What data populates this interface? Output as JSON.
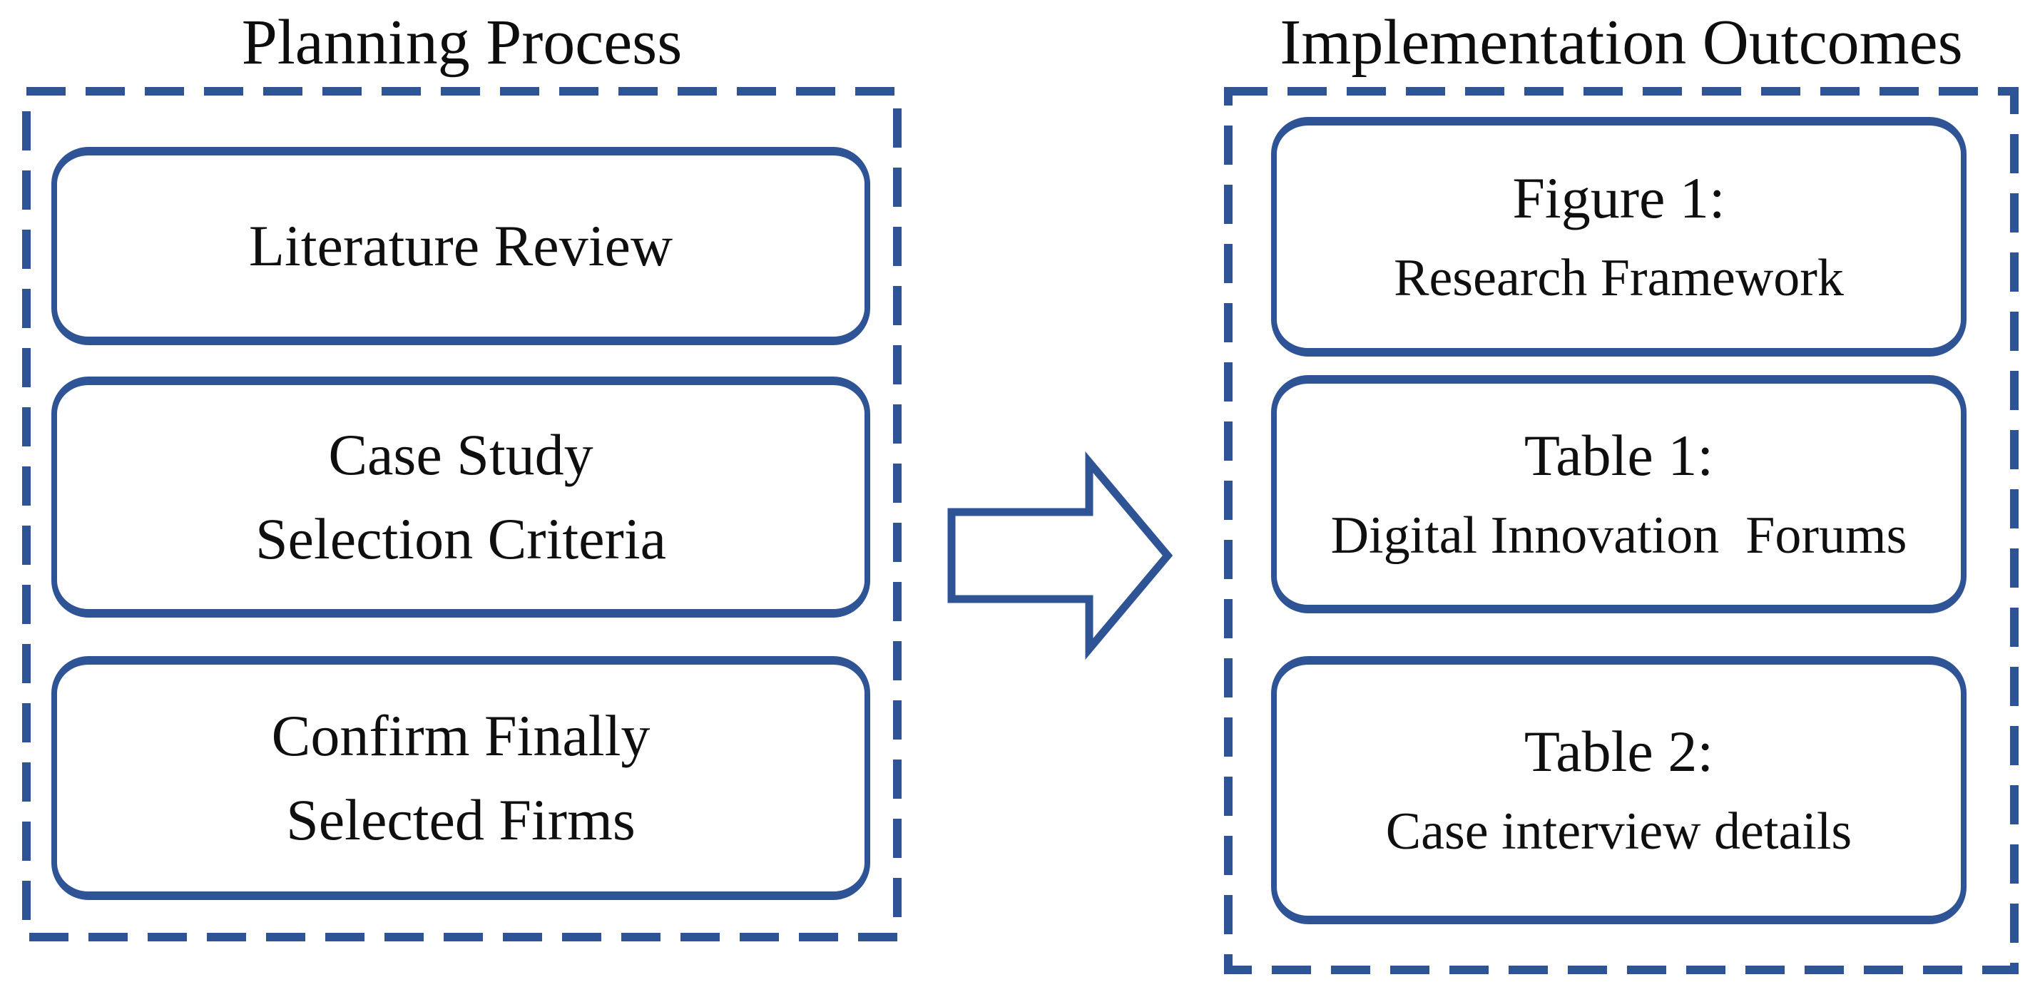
{
  "diagram": {
    "left_panel": {
      "title": "Planning Process",
      "boxes": [
        {
          "lines": [
            "Literature Review"
          ]
        },
        {
          "lines": [
            "Case Study",
            "Selection Criteria"
          ]
        },
        {
          "lines": [
            "Confirm Finally",
            "Selected Firms"
          ]
        }
      ]
    },
    "right_panel": {
      "title": "Implementation Outcomes",
      "boxes": [
        {
          "lines": [
            "Figure 1:",
            "Research Framework"
          ]
        },
        {
          "lines": [
            "Table 1:",
            "Digital Innovation  Forums"
          ]
        },
        {
          "lines": [
            "Table 2:",
            "Case interview details"
          ]
        }
      ]
    },
    "arrow": {
      "direction": "right"
    },
    "colors": {
      "accent": "#2f5496",
      "text": "#0f0f0f",
      "background": "#ffffff"
    }
  }
}
